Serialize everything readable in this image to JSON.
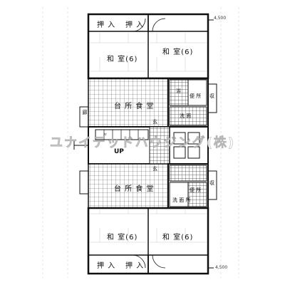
{
  "floorplan": {
    "labels": {
      "oshiire_top_left": "押 入",
      "oshiire_top_right": "押 入",
      "washitsu_top_left": "和 室(6)",
      "washitsu_top_right": "和 室(6)",
      "dk_top": "台 所 食 堂",
      "bath_top": "浴",
      "wc_top": "便 所",
      "senmen_top": "洗 面",
      "up": "UP",
      "stairs_mark": "〃",
      "genkan_top": "玄",
      "genkan_bottom": "玄",
      "dk_bottom": "台 所 食 堂",
      "wc_bottom": "便 所",
      "senmen_bottom": "洗 面 所",
      "washitsu_bottom_left": "和 室(6)",
      "washitsu_bottom_right": "和 室(6)",
      "oshiire_bottom_left": "押 入",
      "oshiire_bottom_right": "押 入",
      "hall_left": "廊",
      "dim_top_right": "4,500",
      "dim_bottom_right": "4,500",
      "closet_right_top": "収",
      "closet_right_bottom": "収"
    },
    "watermark": "ユナイテッドハウジング(株)"
  }
}
